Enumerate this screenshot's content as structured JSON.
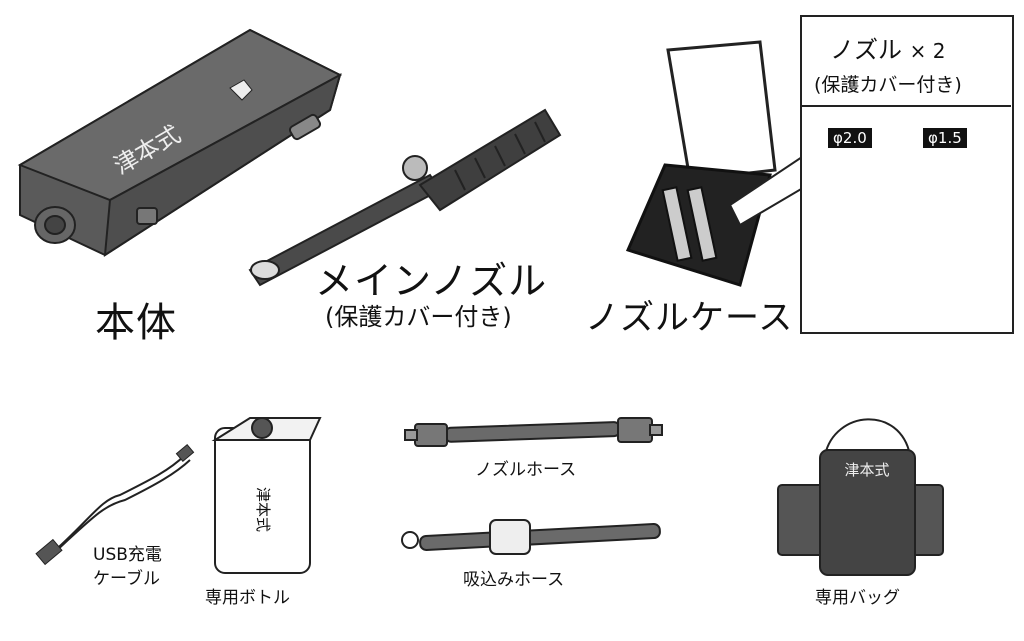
{
  "labels": {
    "body": "本体",
    "main_nozzle": "メインノズル",
    "main_nozzle_note": "(保護カバー付き)",
    "nozzle_case": "ノズルケース",
    "nozzle_box_title": "ノズル",
    "nozzle_box_count": "× 2",
    "nozzle_box_note": "(保護カバー付き)",
    "nozzle_a": "φ2.0",
    "nozzle_b": "φ1.5",
    "usb_cable_line1": "USB充電",
    "usb_cable_line2": "ケーブル",
    "bottle": "専用ボトル",
    "nozzle_hose": "ノズルホース",
    "suction_hose": "吸込みホース",
    "bag": "専用バッグ"
  },
  "printed_marks": {
    "body_brand": "津本式",
    "bottle_brand": "津本式",
    "bag_brand": "津本式"
  },
  "colors": {
    "device_dark": "#555555",
    "device_mid": "#777777",
    "outline": "#222222"
  }
}
